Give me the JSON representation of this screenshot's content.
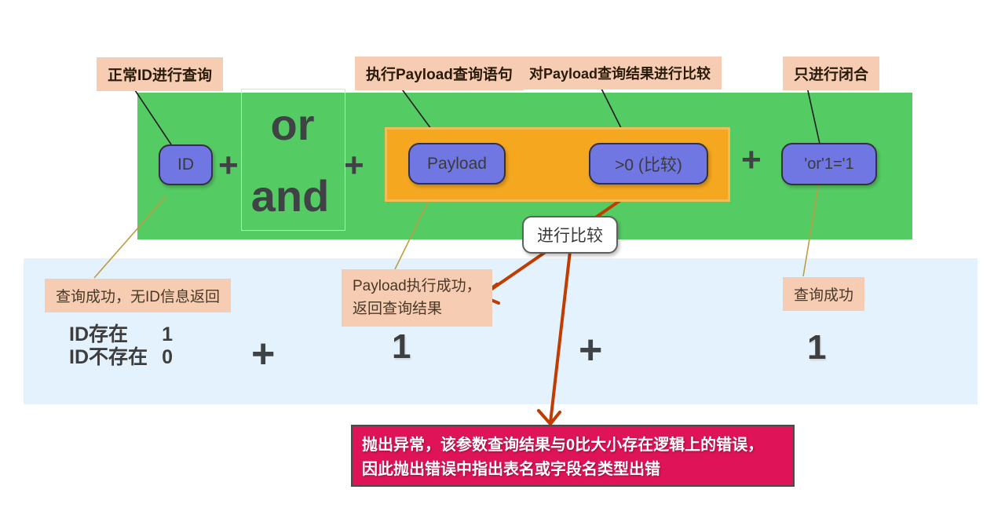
{
  "top_labels": {
    "normal_id": "正常ID进行查询",
    "exec_payload": "执行Payload查询语句",
    "compare_payload": "对Payload查询结果进行比较",
    "closure_only": "只进行闭合"
  },
  "flow": {
    "id": "ID",
    "plus": "+",
    "or": "or",
    "and": "and",
    "payload": "Payload",
    "compare": ">0 (比较)",
    "closure": "'or'1='1"
  },
  "compare_note": "进行比较",
  "results": {
    "plus": "+",
    "id_query": {
      "label": "查询成功，无ID信息返回",
      "exists_prefix": "ID",
      "exists_word": "存在",
      "exists_value": "1",
      "not_exists_prefix": "ID",
      "not_exists_word": "不存在",
      "not_exists_value": "0"
    },
    "payload_query": {
      "label_line1": "Payload执行成功，",
      "label_line2": "返回查询结果",
      "value": "1"
    },
    "closure_query": {
      "label": "查询成功",
      "value": "1"
    }
  },
  "error_box": {
    "line1": "抛出异常，该参数查询结果与0比大小存在逻辑上的错误，",
    "line2": "因此抛出错误中指出表名或字段名类型出错"
  },
  "colors": {
    "band_green": "#55cb64",
    "band_blue": "#e3f2fc",
    "node_purple": "#7177e2",
    "panel_orange": "#f5a71f",
    "label_salmon": "#f6cdb3",
    "error_red": "#df1357",
    "arrow_orange": "#c03c00",
    "line_olive": "#be9c42",
    "text_dark": "#3f4345"
  }
}
